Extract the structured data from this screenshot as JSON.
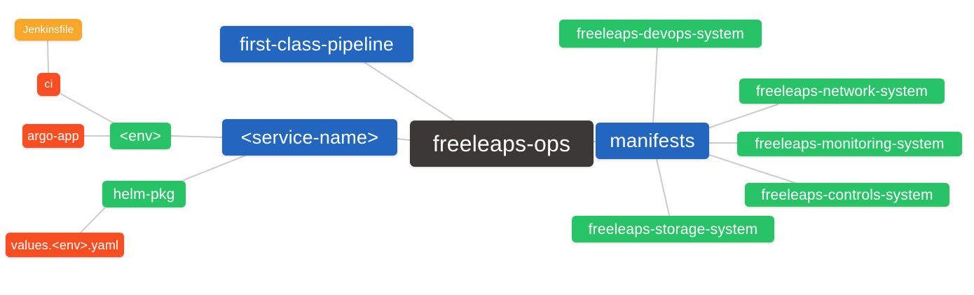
{
  "palette": {
    "blue": "#2366C0",
    "green": "#27C366",
    "orange": "#F9A72B",
    "red_orange": "#F84E22",
    "dark": "#3B3836",
    "edge_gray": "#CCCCCC",
    "node_text": "#FFFFFF",
    "background": "#FFFFFF"
  },
  "nodes": {
    "freeleaps_ops": {
      "label": "freeleaps-ops",
      "color": "#3B3836"
    },
    "first_class_pipeline": {
      "label": "first-class-pipeline",
      "color": "#2366C0"
    },
    "service_name": {
      "label": "<service-name>",
      "color": "#2366C0"
    },
    "manifests": {
      "label": "manifests",
      "color": "#2366C0"
    },
    "env": {
      "label": "<env>",
      "color": "#27C366"
    },
    "helm_pkg": {
      "label": "helm-pkg",
      "color": "#27C366"
    },
    "jenkinsfile": {
      "label": "Jenkinsfile",
      "color": "#F9A72B"
    },
    "ci": {
      "label": "ci",
      "color": "#F84E22"
    },
    "argo_app": {
      "label": "argo-app",
      "color": "#F84E22"
    },
    "values_env_yaml": {
      "label": "values.<env>.yaml",
      "color": "#F84E22"
    },
    "freeleaps_devops_system": {
      "label": "freeleaps-devops-system",
      "color": "#27C366"
    },
    "freeleaps_network_system": {
      "label": "freeleaps-network-system",
      "color": "#27C366"
    },
    "freeleaps_monitoring_system": {
      "label": "freeleaps-monitoring-system",
      "color": "#27C366"
    },
    "freeleaps_controls_system": {
      "label": "freeleaps-controls-system",
      "color": "#27C366"
    },
    "freeleaps_storage_system": {
      "label": "freeleaps-storage-system",
      "color": "#27C366"
    }
  },
  "edges": [
    {
      "from": "jenkinsfile",
      "to": "ci"
    },
    {
      "from": "ci",
      "to": "env"
    },
    {
      "from": "argo_app",
      "to": "env"
    },
    {
      "from": "env",
      "to": "service_name"
    },
    {
      "from": "values_env_yaml",
      "to": "helm_pkg"
    },
    {
      "from": "helm_pkg",
      "to": "service_name"
    },
    {
      "from": "first_class_pipeline",
      "to": "freeleaps_ops"
    },
    {
      "from": "service_name",
      "to": "freeleaps_ops"
    },
    {
      "from": "freeleaps_ops",
      "to": "manifests"
    },
    {
      "from": "manifests",
      "to": "freeleaps_devops_system"
    },
    {
      "from": "manifests",
      "to": "freeleaps_network_system"
    },
    {
      "from": "manifests",
      "to": "freeleaps_monitoring_system"
    },
    {
      "from": "manifests",
      "to": "freeleaps_controls_system"
    },
    {
      "from": "manifests",
      "to": "freeleaps_storage_system"
    }
  ]
}
